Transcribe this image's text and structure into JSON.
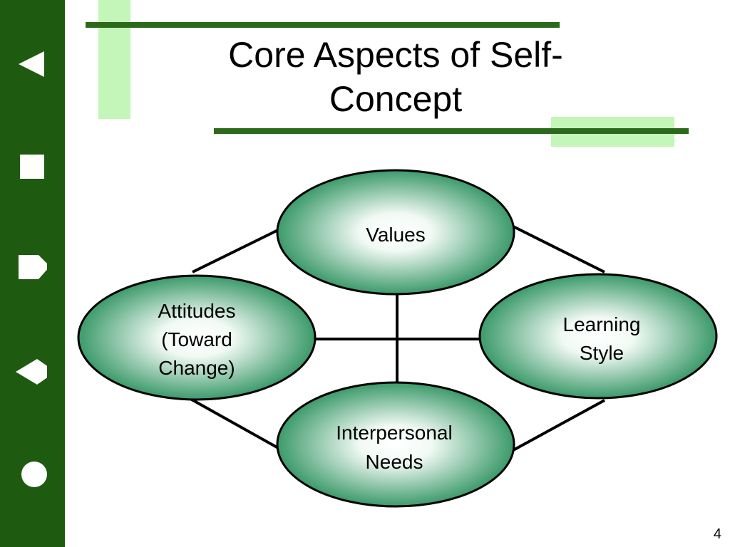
{
  "title": "Core Aspects of Self-Concept",
  "nodes": {
    "values": [
      "Values"
    ],
    "attitudes": [
      "Attitudes",
      "(Toward",
      "Change)"
    ],
    "learning_style": [
      "Learning",
      "Style"
    ],
    "interpersonal_needs": [
      "Interpersonal",
      "Needs"
    ]
  },
  "page_number": "4",
  "navigation": [
    "back-arrow-icon",
    "square-icon",
    "pentagon-arrow-icon",
    "diamond-icon",
    "circle-icon"
  ],
  "colors": {
    "sidebar": "#1e5a10",
    "accent_dark": "#2b6a1a",
    "accent_light": "#c3f6b8",
    "node_edge": "#3c9a6a",
    "node_center": "#ffffff"
  }
}
